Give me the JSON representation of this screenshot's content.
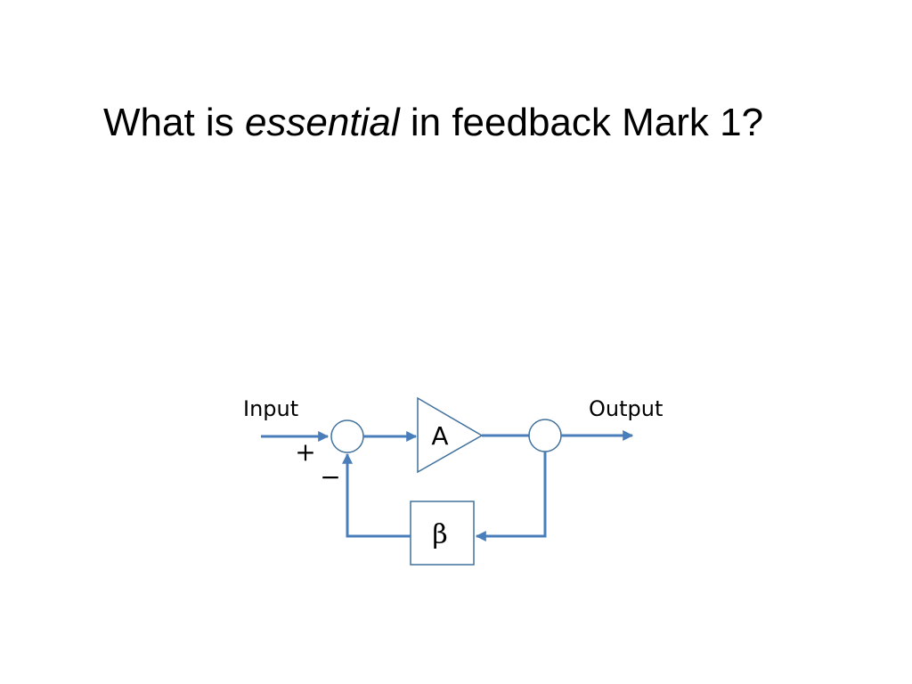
{
  "title": {
    "before": "What is",
    "emphasis": "essential",
    "after": "in feedback Mark 1?"
  },
  "diagram": {
    "input_label": "Input",
    "output_label": "Output",
    "amplifier_label": "A",
    "feedback_label": "β",
    "plus_sign": "+",
    "minus_sign": "−",
    "line_color": "#4A7EBB",
    "outline_color": "#41719C"
  }
}
